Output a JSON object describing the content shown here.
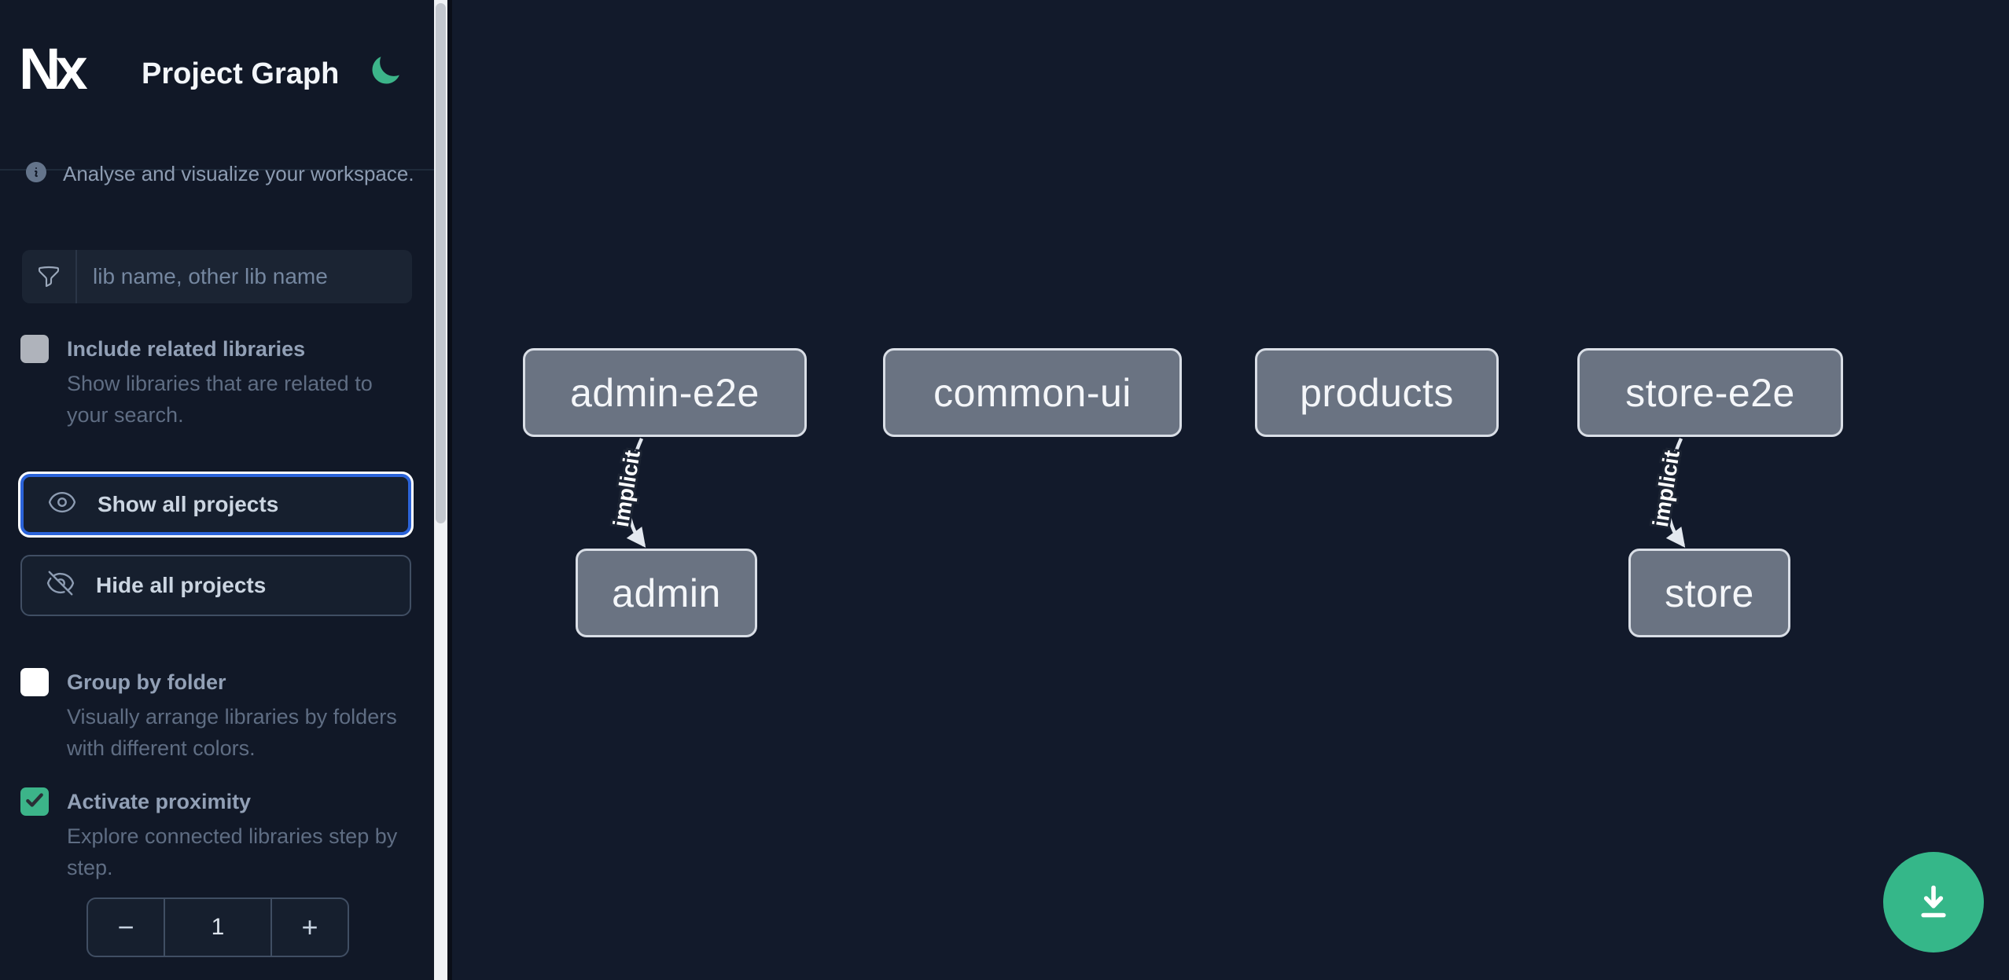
{
  "app": {
    "logo_text": "Nx",
    "title": "Project Graph"
  },
  "colors": {
    "accent_green": "#3CB489",
    "fab_green": "#35B789",
    "focus_blue": "#2B63D9",
    "sidebar_bg": "#111827",
    "canvas_bg": "#121A2B",
    "node_fill": "#6A7382",
    "node_border": "#D9DEE6"
  },
  "icons": {
    "theme_toggle": "moon-icon",
    "info": "info-icon",
    "search": "funnel-icon",
    "show": "eye-icon",
    "hide": "eye-slash-icon",
    "download": "download-icon"
  },
  "sidebar": {
    "tagline": "Analyse and visualize your workspace.",
    "search": {
      "placeholder": "lib name, other lib name",
      "value": ""
    },
    "options": [
      {
        "label": "Include related libraries",
        "description": "Show libraries that are related to your search.",
        "checked": false
      },
      {
        "label": "Group by folder",
        "description": "Visually arrange libraries by folders with different colors.",
        "checked": false
      },
      {
        "label": "Activate proximity",
        "description": "Explore connected libraries step by step.",
        "checked": true
      }
    ],
    "actions": {
      "show_all": "Show all projects",
      "hide_all": "Hide all projects"
    },
    "stepper": {
      "decrement": "−",
      "value": "1",
      "increment": "+"
    }
  },
  "graph": {
    "nodes": [
      {
        "label": "admin-e2e"
      },
      {
        "label": "common-ui"
      },
      {
        "label": "products"
      },
      {
        "label": "store-e2e"
      },
      {
        "label": "admin"
      },
      {
        "label": "store"
      }
    ],
    "edges": [
      {
        "from": "admin-e2e",
        "to": "admin",
        "label": "implicit"
      },
      {
        "from": "store-e2e",
        "to": "store",
        "label": "implicit"
      }
    ]
  }
}
